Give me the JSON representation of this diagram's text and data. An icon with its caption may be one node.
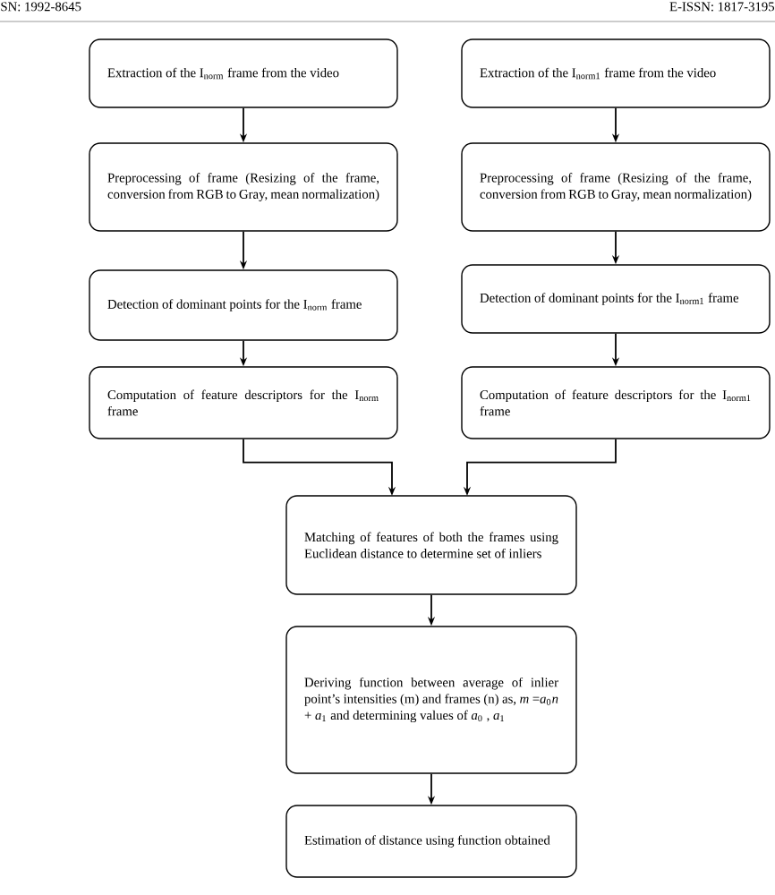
{
  "diagram": {
    "nodes": [
      {
        "text": [
          "Extraction of the I$_{norm}$ frame from the video"
        ]
      },
      {
        "text": [
          "Preprocessing of frame (Resizing of the frame, conversion from RGB to Gray, mean normalization)"
        ]
      },
      {
        "text": [
          "Detection of dominant points for the I$_{norm}$ frame"
        ]
      },
      {
        "text": [
          "Computation of feature descriptors for the I$_{norm}$ frame"
        ]
      },
      {
        "text": [
          "Extraction of the I$_{norm1}$ frame from the video"
        ]
      },
      {
        "text": [
          "Preprocessing of frame (Resizing of the frame, conversion from RGB to Gray, mean normalization)"
        ]
      },
      {
        "text": [
          "Detection of dominant points for the I$_{norm1}$ frame"
        ]
      },
      {
        "text": [
          "Computation of feature descriptors for the I$_{norm1}$ frame"
        ]
      },
      {
        "text": [
          "Matching of features of both the frames using Euclidean distance to determine set of inliers"
        ]
      },
      {
        "text": [
          "Deriving function between average of inlier point’s intensities (m) and frames (n) as, *m* =*a*$_{0}$*n* + *a*$_{1}$ and determining values of *a*$_{0}$ , *a*$_{1}$"
        ]
      },
      {
        "text": [
          "Estimation of distance using function obtained"
        ]
      }
    ],
    "edges": [
      {
        "from": 0,
        "to": 1,
        "arrow": "to"
      },
      {
        "from": 1,
        "to": 2,
        "arrow": "to"
      },
      {
        "from": 2,
        "to": 3,
        "arrow": "to"
      },
      {
        "from": 4,
        "to": 5,
        "arrow": "to"
      },
      {
        "from": 5,
        "to": 6,
        "arrow": "to"
      },
      {
        "from": 6,
        "to": 7,
        "arrow": "to"
      },
      {
        "from": 3,
        "to": 8,
        "arrow": "to"
      },
      {
        "from": 7,
        "to": 8,
        "arrow": "to"
      },
      {
        "from": 8,
        "to": 9,
        "arrow": "to"
      },
      {
        "from": 9,
        "to": 10,
        "arrow": "to"
      }
    ],
    "labels": [
      "SN: 1992-8645",
      "E-ISSN: 1817-3195"
    ]
  }
}
